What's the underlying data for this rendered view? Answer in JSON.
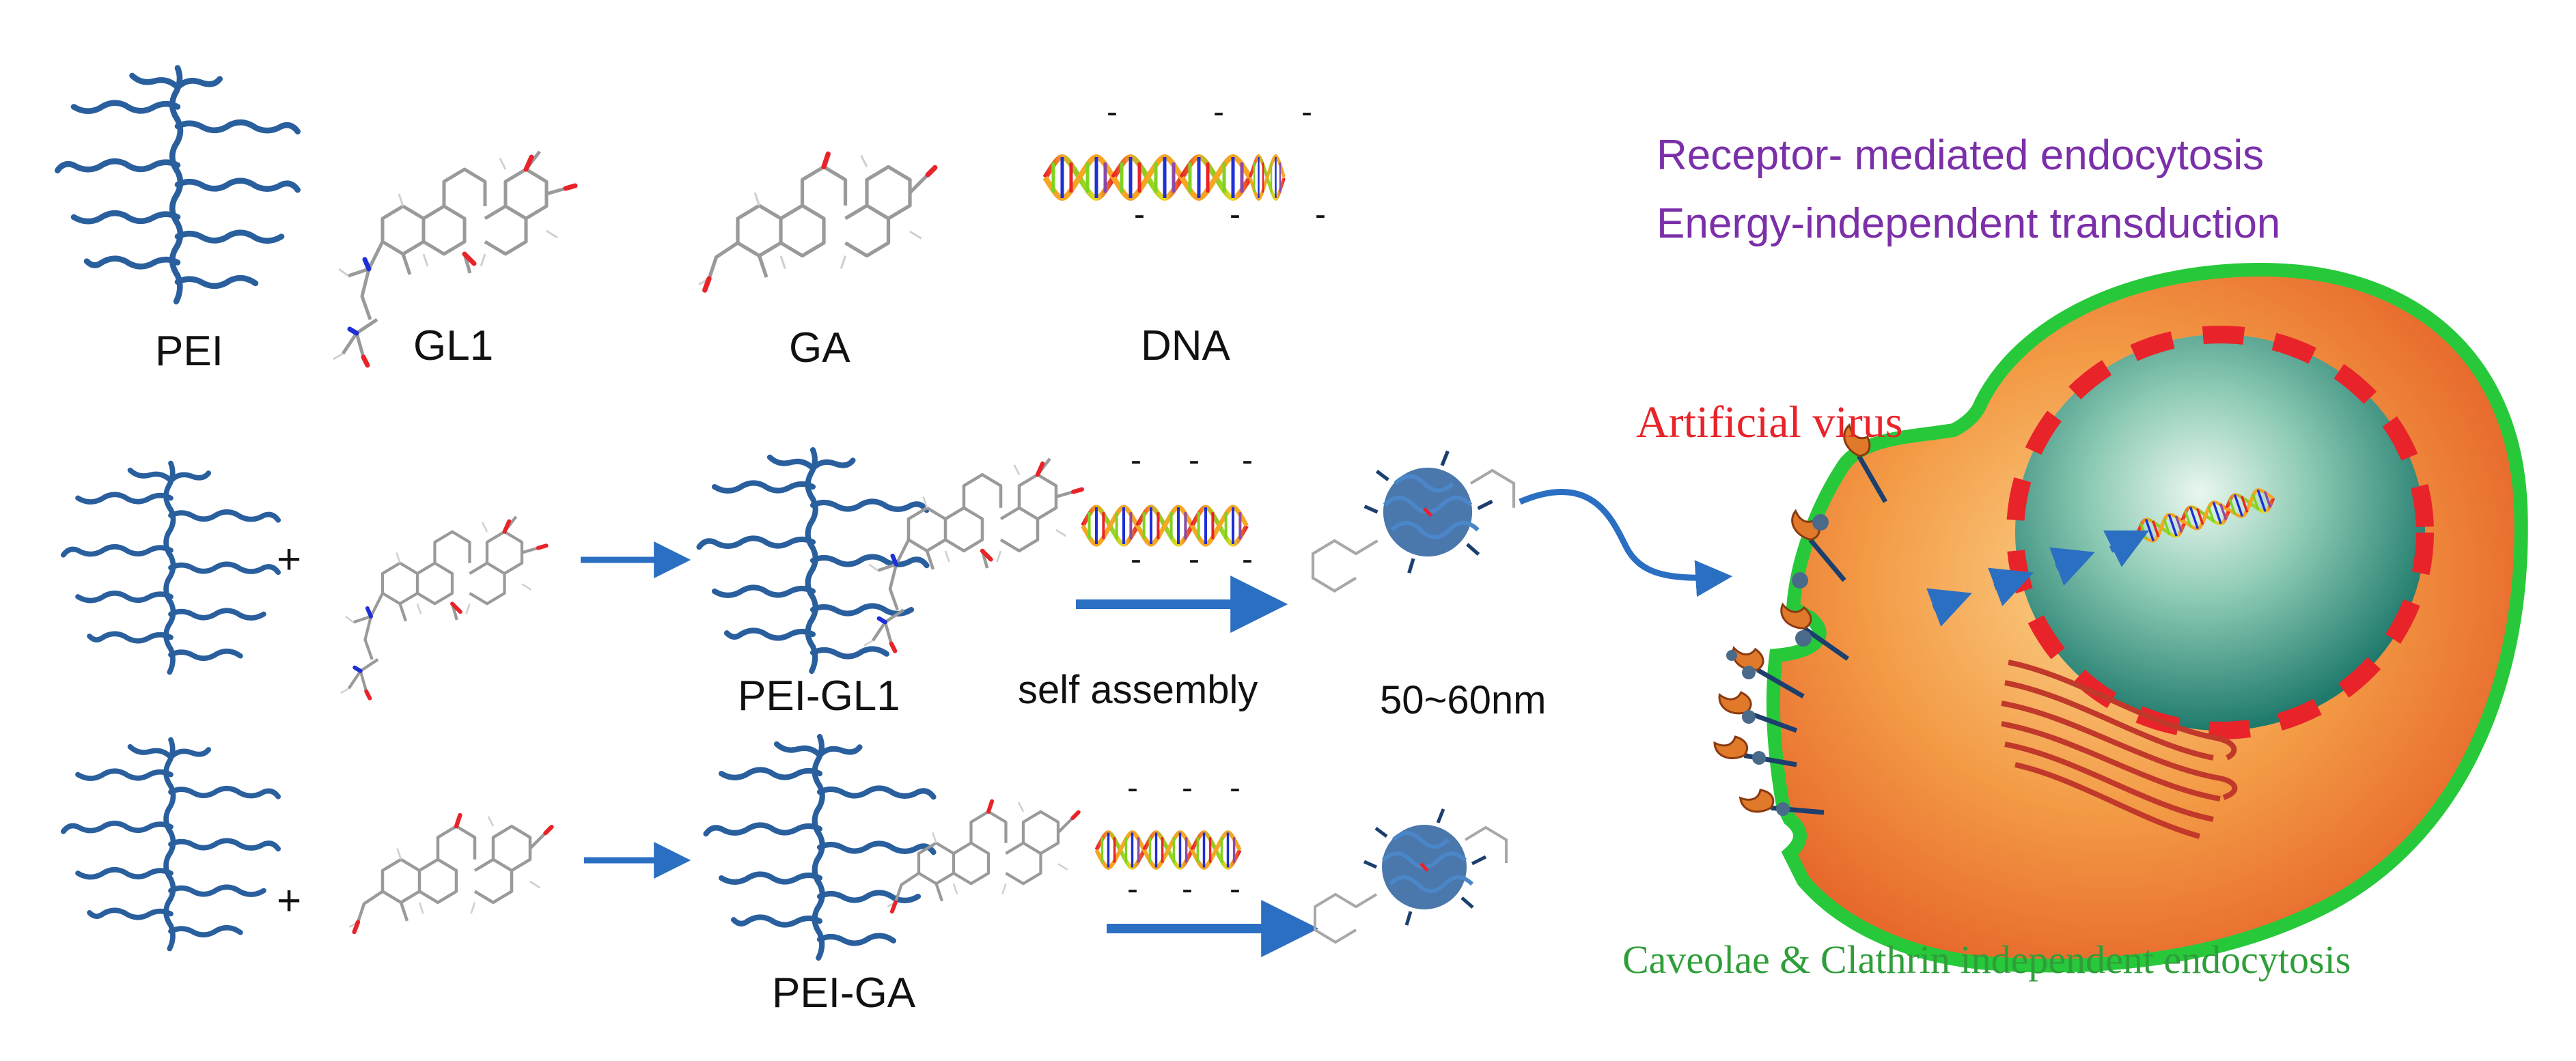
{
  "labels": {
    "pei": "PEI",
    "gl1": "GL1",
    "ga": "GA",
    "dna": "DNA",
    "pei_gl1": "PEI-GL1",
    "self_assembly": "self assembly",
    "size": "50~60nm",
    "pei_ga": "PEI-GA",
    "plus": "+",
    "minus": "-"
  },
  "cell_text": {
    "receptor": "Receptor- mediated endocytosis",
    "energy": "Energy-independent transduction",
    "artificial_virus": "Artificial  virus",
    "caveolae": "Caveolae & Clathrin independent endocytosis"
  },
  "colors": {
    "polymer": "#2a5f9e",
    "arrow": "#2b6fc2",
    "purple_text": "#7b2fa8",
    "red_text": "#e8232a",
    "green_text": "#2f9e3a",
    "cell_body": "#f08a3a",
    "membrane": "#27c93a",
    "nucleus": "#2f8f80",
    "nuclear_dash": "#e8232a",
    "golgi": "#c0392b",
    "receptor_cup": "#e07a2a"
  }
}
